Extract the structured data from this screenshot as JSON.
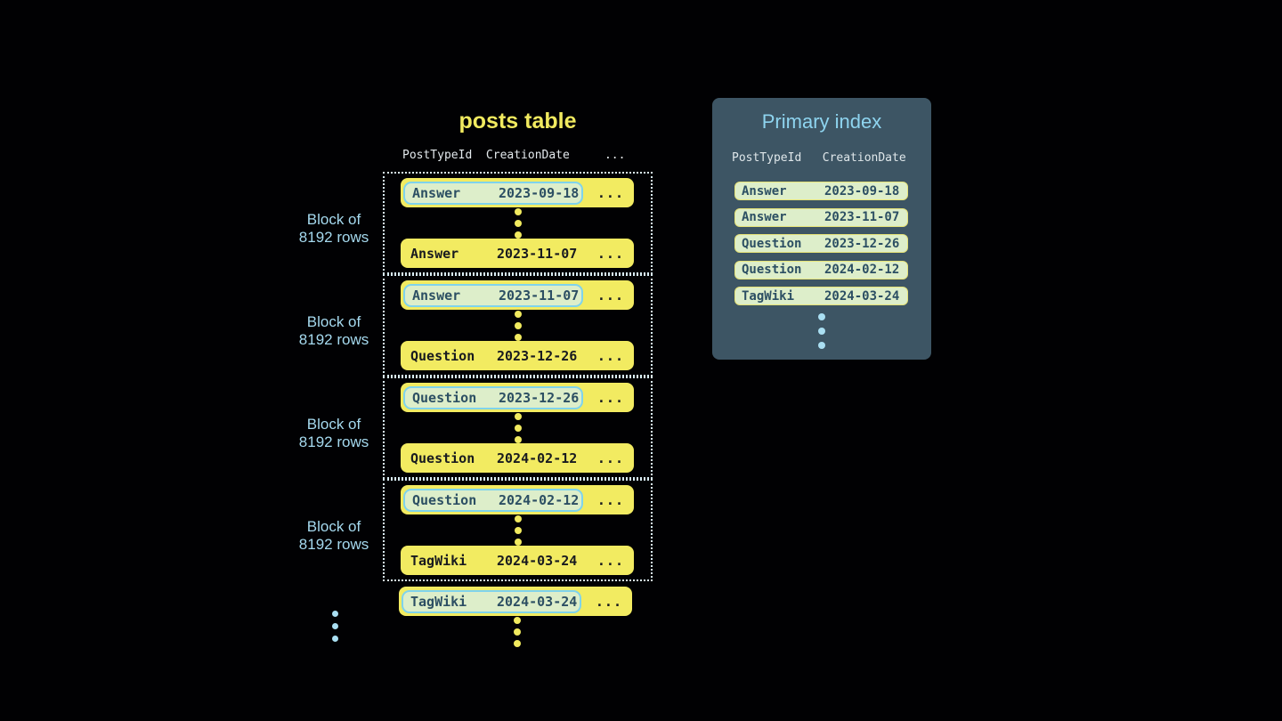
{
  "colors": {
    "background": "#010103",
    "row_yellow": "#f2eb61",
    "row_text_dark": "#181a1f",
    "highlight_cell_bg": "#ddeeca",
    "highlight_cell_border_blue": "#7fd3ec",
    "index_row_border_yellow": "#e6e378",
    "navy_text": "#2c4f63",
    "panel_bg": "#3d5564",
    "title_yellow": "#f1ea5f",
    "title_blue": "#8ed4ef",
    "label_blue": "#a5d9ee",
    "header_text": "#e3e9ec",
    "dotted_border": "#d9edf5",
    "blue_dot": "#aadff2"
  },
  "posts_table": {
    "title": "posts table",
    "headers_text": "PostTypeId  CreationDate     ...",
    "block_label_line1": "Block of",
    "block_label_line2": "8192 rows",
    "ellipsis_cell": "...",
    "blocks": [
      {
        "first": {
          "type": "Answer",
          "date": "2023-09-18"
        },
        "last": {
          "type": "Answer",
          "date": "2023-11-07"
        }
      },
      {
        "first": {
          "type": "Answer",
          "date": "2023-11-07"
        },
        "last": {
          "type": "Question",
          "date": "2023-12-26"
        }
      },
      {
        "first": {
          "type": "Question",
          "date": "2023-12-26"
        },
        "last": {
          "type": "Question",
          "date": "2024-02-12"
        }
      },
      {
        "first": {
          "type": "Question",
          "date": "2024-02-12"
        },
        "last": {
          "type": "TagWiki",
          "date": "2024-03-24"
        }
      }
    ],
    "overflow_row": {
      "type": "TagWiki",
      "date": "2024-03-24"
    }
  },
  "primary_index": {
    "title": "Primary index",
    "headers_text": "PostTypeId   CreationDate",
    "rows": [
      {
        "type": "Answer",
        "date": "2023-09-18"
      },
      {
        "type": "Answer",
        "date": "2023-11-07"
      },
      {
        "type": "Question",
        "date": "2023-12-26"
      },
      {
        "type": "Question",
        "date": "2024-02-12"
      },
      {
        "type": "TagWiki",
        "date": "2024-03-24"
      }
    ]
  }
}
